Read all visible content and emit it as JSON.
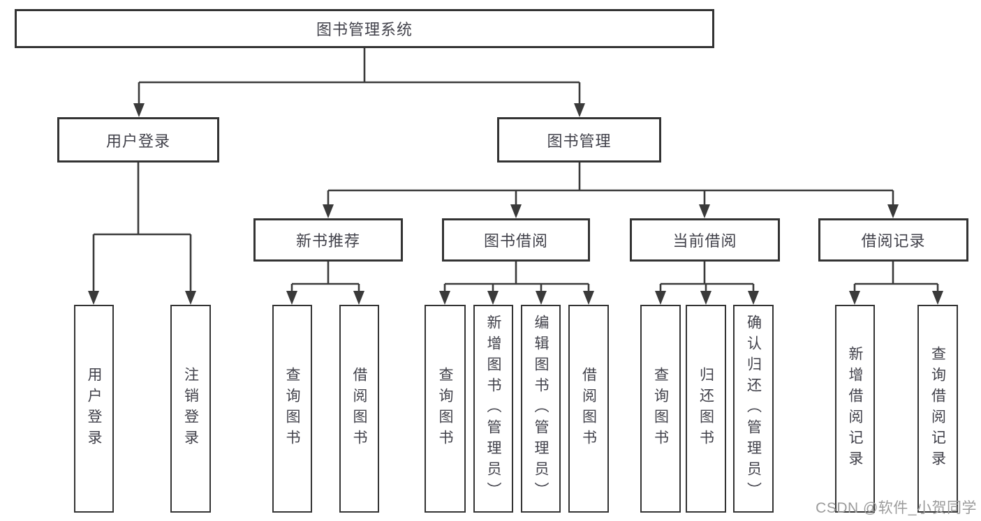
{
  "diagram": {
    "root": {
      "label": "图书管理系统"
    },
    "branches": {
      "user_login": {
        "label": "用户登录",
        "children": {
          "login": {
            "label": "用户登录"
          },
          "logout": {
            "label": "注销登录"
          }
        }
      },
      "book_management": {
        "label": "图书管理",
        "sections": {
          "new_book_recommend": {
            "label": "新书推荐",
            "children": {
              "query_books": {
                "label": "查询图书"
              },
              "borrow_books": {
                "label": "借阅图书"
              }
            }
          },
          "book_borrowing": {
            "label": "图书借阅",
            "children": {
              "query_books": {
                "label": "查询图书"
              },
              "add_books_admin": {
                "label": "新增图书（管理员）"
              },
              "edit_books_admin": {
                "label": "编辑图书（管理员）"
              },
              "borrow_books": {
                "label": "借阅图书"
              }
            }
          },
          "current_borrowing": {
            "label": "当前借阅",
            "children": {
              "query_books": {
                "label": "查询图书"
              },
              "return_books": {
                "label": "归还图书"
              },
              "confirm_return_admin": {
                "label": "确认归还（管理员）"
              }
            }
          },
          "borrowing_records": {
            "label": "借阅记录",
            "children": {
              "add_borrow_record": {
                "label": "新增借阅记录"
              },
              "query_borrow_record": {
                "label": "查询借阅记录"
              }
            }
          }
        }
      }
    }
  },
  "watermark": {
    "text": "CSDN @软件_小贺同学"
  },
  "colors": {
    "line": "#3a3a3a",
    "box_border": "#333333",
    "text": "#41414a",
    "watermark": "#9b9b9b",
    "background": "#ffffff"
  }
}
